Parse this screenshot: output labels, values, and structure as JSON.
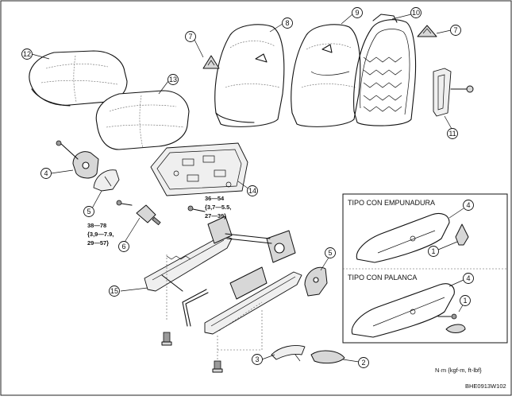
{
  "callouts": [
    "1",
    "2",
    "3",
    "4",
    "5",
    "6",
    "7",
    "8",
    "9",
    "10",
    "11",
    "12",
    "13",
    "14",
    "15"
  ],
  "torque": {
    "t36": [
      "36—54",
      "{3,7—5.5,",
      "27—39}"
    ],
    "t38": [
      "38—78",
      "{3,9—7.9,",
      "29—57}"
    ]
  },
  "inset": {
    "grip_title": "TIPO CON EMPUNADURA",
    "lever_title": "TIPO CON PALANCA"
  },
  "footer": {
    "unit_note": "N·m {kgf-m, ft-lbf}",
    "figure_code": "BHE0913W102"
  }
}
